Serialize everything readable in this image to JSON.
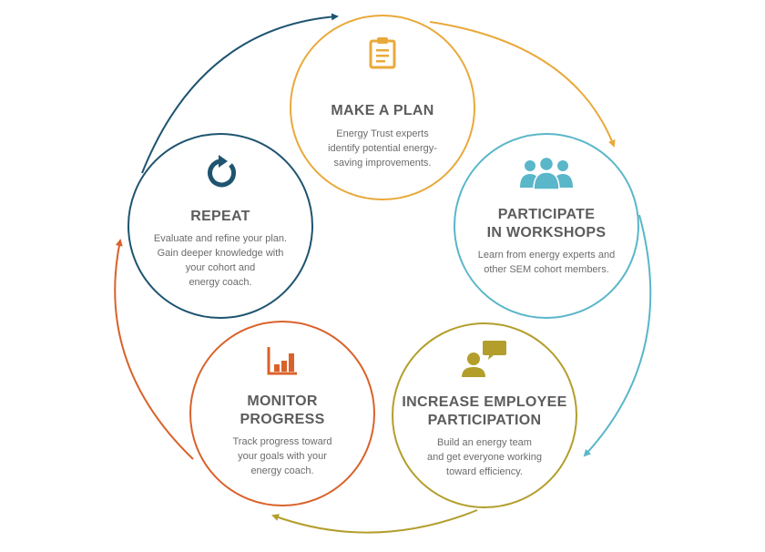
{
  "steps": [
    {
      "id": "plan",
      "title": "MAKE A PLAN",
      "body": "Energy Trust experts\nidentify potential energy-\nsaving improvements.",
      "color": "#e9a93a",
      "icon": "clipboard-icon"
    },
    {
      "id": "workshops",
      "title": "PARTICIPATE\nIN WORKSHOPS",
      "body": "Learn from energy experts and\nother SEM cohort members.",
      "color": "#5ab6c9",
      "icon": "group-icon"
    },
    {
      "id": "participation",
      "title": "INCREASE EMPLOYEE\nPARTICIPATION",
      "body": "Build an energy team\nand get everyone working\ntoward efficiency.",
      "color": "#b39e2c",
      "icon": "conversation-icon"
    },
    {
      "id": "monitor",
      "title": "MONITOR\nPROGRESS",
      "body": "Track progress toward\nyour goals with your\nenergy coach.",
      "color": "#d9622b",
      "icon": "bar-chart-icon"
    },
    {
      "id": "repeat",
      "title": "REPEAT",
      "body": "Evaluate and refine your plan.\nGain deeper knowledge with\nyour cohort and\nenergy coach.",
      "color": "#1e5470",
      "icon": "refresh-icon"
    }
  ],
  "cycle_order": [
    "plan",
    "workshops",
    "participation",
    "monitor",
    "repeat"
  ]
}
